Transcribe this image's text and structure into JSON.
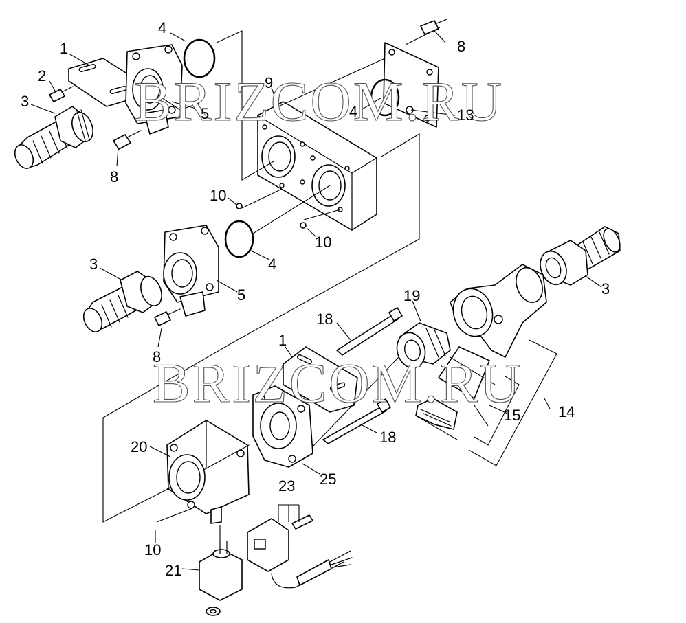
{
  "watermark": "BRIZCOM.RU",
  "callouts": {
    "c1a": "1",
    "c2": "2",
    "c3a": "3",
    "c4a": "4",
    "c8a": "8",
    "c9": "9",
    "c4b": "4",
    "c13": "13",
    "c5a": "5",
    "c8b": "8",
    "c10a": "10",
    "c10b": "10",
    "c3b": "3",
    "c4c": "4",
    "c5b": "5",
    "c3c": "3",
    "c19": "19",
    "c18a": "18",
    "c8c": "8",
    "c1b": "1",
    "c14": "14",
    "c15": "15",
    "c18b": "18",
    "c20": "20",
    "c25": "25",
    "c23": "23",
    "c10c": "10",
    "c21": "21"
  }
}
